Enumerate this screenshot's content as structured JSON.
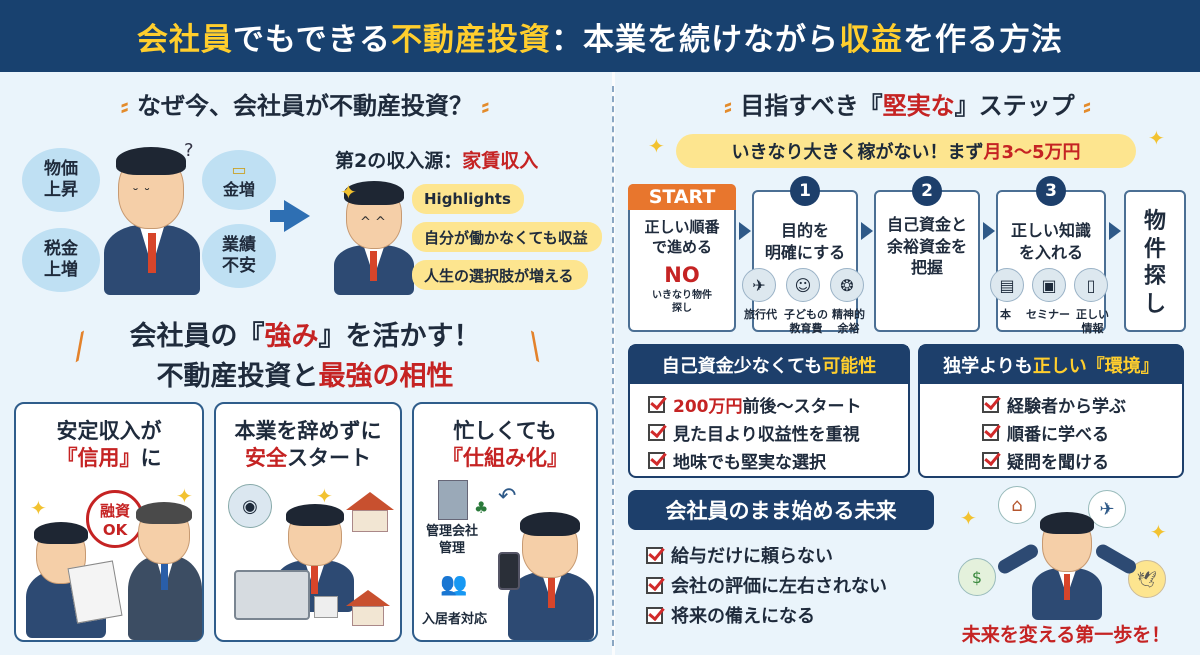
{
  "header": {
    "t1": "会社員",
    "t2": "でもできる",
    "t3": "不動産投資",
    "t4": "：本業を続けながら",
    "t5": "収益",
    "t6": "を作る方法"
  },
  "why": {
    "title": "なぜ今、会社員が不動産投資？",
    "bubbles": [
      "物価上昇",
      "税金上増",
      "金増",
      "業績不安"
    ],
    "bubble_lines": [
      [
        "物価",
        "上昇"
      ],
      [
        "税金",
        "上増"
      ],
      [
        "金増"
      ],
      [
        "業績",
        "不安"
      ]
    ],
    "income_label": "第2の収入源：",
    "income_value": "家賃収入",
    "highlights": [
      "Highlights",
      "自分が働かなくても収益",
      "人生の選択肢が増える"
    ]
  },
  "strength": {
    "line1a": "会社員の『",
    "line1b": "強み",
    "line1c": "』を活かす！",
    "line2a": "不動産投資と",
    "line2b": "最強の相性"
  },
  "cards": [
    {
      "l1": "安定収入が",
      "l2": "『信用』に",
      "l2a": "『信用』",
      "l2b": "に",
      "badge1": "融資",
      "badge2": "OK"
    },
    {
      "l1": "本業を辞めずに",
      "l2a": "安全",
      "l2b": "スタート"
    },
    {
      "l1": "忙しくても",
      "l2a": "『仕組み化』",
      "lab1": "管理会社",
      "lab2": "管理",
      "lab3": "入居者対応"
    }
  ],
  "steps": {
    "title_a": "目指すべき『",
    "title_b": "堅実な",
    "title_c": "』ステップ",
    "sub_a": "いきなり大きく稼がない！まず",
    "sub_b": "月3〜5万円",
    "start": "START",
    "start_text": [
      "正しい順番",
      "で進める"
    ],
    "no": "NO",
    "no_text": [
      "いきなり物件",
      "探し"
    ],
    "s1_num": "1",
    "s1": [
      "目的を",
      "明確にする"
    ],
    "s1_icons": [
      "旅行代",
      "子どもの",
      "教育費",
      "精神的",
      "余裕"
    ],
    "s2_num": "2",
    "s2": [
      "自己資金と",
      "余裕資金を",
      "把握"
    ],
    "s3_num": "3",
    "s3": [
      "正しい知識",
      "を入れる"
    ],
    "s3_icons": [
      "本",
      "セミナー",
      "正しい",
      "情報"
    ],
    "final": [
      "物",
      "件",
      "探",
      "し"
    ]
  },
  "fund_panel": {
    "title_a": "自己資金少なくても",
    "title_b": "可能性",
    "items": [
      [
        "200万円",
        "前後〜スタート"
      ],
      [
        "見た目より",
        "収益性を重視"
      ],
      [
        "地味でも",
        "堅実な選択"
      ]
    ]
  },
  "env_panel": {
    "title_a": "独学よりも",
    "title_b": "正しい『環境』",
    "items": [
      "経験者から学ぶ",
      "順番に学べる",
      "疑問を聞ける"
    ]
  },
  "future_panel": {
    "title": "会社員のまま始める未来",
    "items": [
      "給与だけに頼らない",
      "会社の評価に左右されない",
      "将来の備えになる"
    ],
    "cta": "未来を変える第一歩を！"
  },
  "colors": {
    "navy": "#1d3f6b",
    "accent": "#c52323",
    "yellow": "#ffce2d",
    "label": "#fde58f"
  }
}
